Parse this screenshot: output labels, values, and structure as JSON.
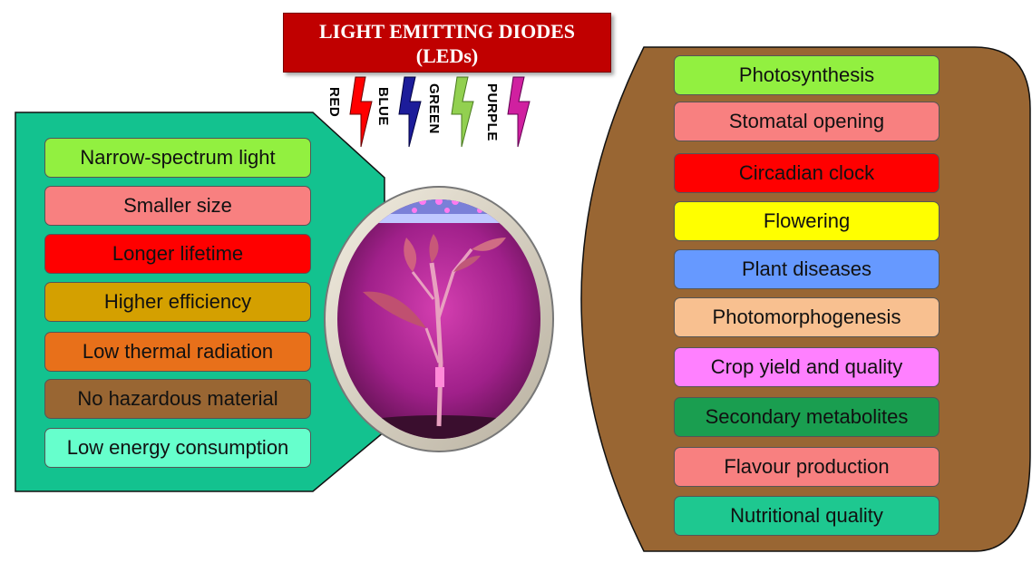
{
  "title": {
    "line1": "LIGHT EMITTING DIODES",
    "line2": "(LEDs)"
  },
  "led_colors": [
    {
      "label": "RED",
      "color": "#ff0000"
    },
    {
      "label": "BLUE",
      "color": "#1020a0"
    },
    {
      "label": "GREEN",
      "color": "#92d050"
    },
    {
      "label": "PURPLE",
      "color": "#d020a0"
    }
  ],
  "advantages": [
    {
      "label": "Narrow-spectrum light",
      "color": "#92f040"
    },
    {
      "label": "Smaller size",
      "color": "#f88080"
    },
    {
      "label": "Longer lifetime",
      "color": "#ff0000"
    },
    {
      "label": "Higher efficiency",
      "color": "#d4a000"
    },
    {
      "label": "Low thermal radiation",
      "color": "#e8701a"
    },
    {
      "label": "No hazardous material",
      "color": "#996633"
    },
    {
      "label": "Low energy consumption",
      "color": "#66ffcc"
    }
  ],
  "effects": [
    {
      "label": "Photosynthesis",
      "color": "#92f040"
    },
    {
      "label": "Stomatal opening",
      "color": "#f88080"
    },
    {
      "label": "Circadian clock",
      "color": "#ff0000"
    },
    {
      "label": "Flowering",
      "color": "#ffff00"
    },
    {
      "label": "Plant diseases",
      "color": "#6699ff"
    },
    {
      "label": "Photomorphogenesis",
      "color": "#f8c090"
    },
    {
      "label": "Crop yield and quality",
      "color": "#ff80ff"
    },
    {
      "label": "Secondary metabolites",
      "color": "#1a9e50"
    },
    {
      "label": "Flavour production",
      "color": "#f88080"
    },
    {
      "label": "Nutritional quality",
      "color": "#1ec890"
    }
  ],
  "colors": {
    "left_panel": "#13c28f",
    "right_panel": "#996633",
    "title_bg": "#c00000"
  }
}
